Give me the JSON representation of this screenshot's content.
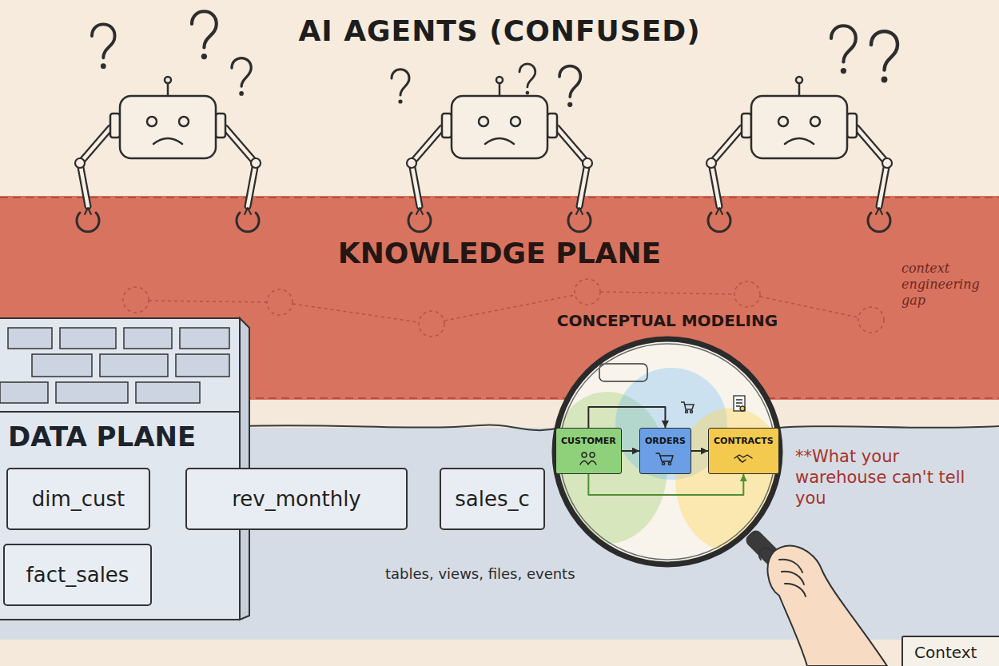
{
  "diagram": {
    "title": "AI AGENTS (CONFUSED)",
    "nodes": [
      {
        "text": [
          "KNOWLEDGE PLANE"
        ]
      },
      {
        "text": [
          "DATA PLANE"
        ]
      },
      {
        "text": [
          "dim_cust"
        ],
        "in": 1
      },
      {
        "text": [
          "fact_sales"
        ],
        "in": 1
      },
      {
        "text": [
          "rev_monthly"
        ],
        "in": 1
      },
      {
        "text": [
          "sales_c"
        ],
        "in": 1
      },
      {
        "text": [
          "CONCEPTUAL MODELING"
        ]
      },
      {
        "text": [
          "CUSTOMER"
        ],
        "in": 6
      },
      {
        "text": [
          "ORDERS"
        ],
        "in": 6
      },
      {
        "text": [
          "CONTRACTS"
        ],
        "in": 6
      },
      {
        "text": [
          "Context"
        ]
      }
    ],
    "edges": [
      {
        "from": 7,
        "to": 8,
        "arrow": "to"
      },
      {
        "from": 8,
        "to": 9,
        "arrow": "to"
      },
      {
        "from": 7,
        "to": 8,
        "arrow": "to"
      },
      {
        "from": 7,
        "to": 9,
        "arrow": "to"
      }
    ],
    "labels": [
      "tables, views, files, events",
      "context engineering gap",
      "**What your warehouse can't tell you"
    ]
  }
}
